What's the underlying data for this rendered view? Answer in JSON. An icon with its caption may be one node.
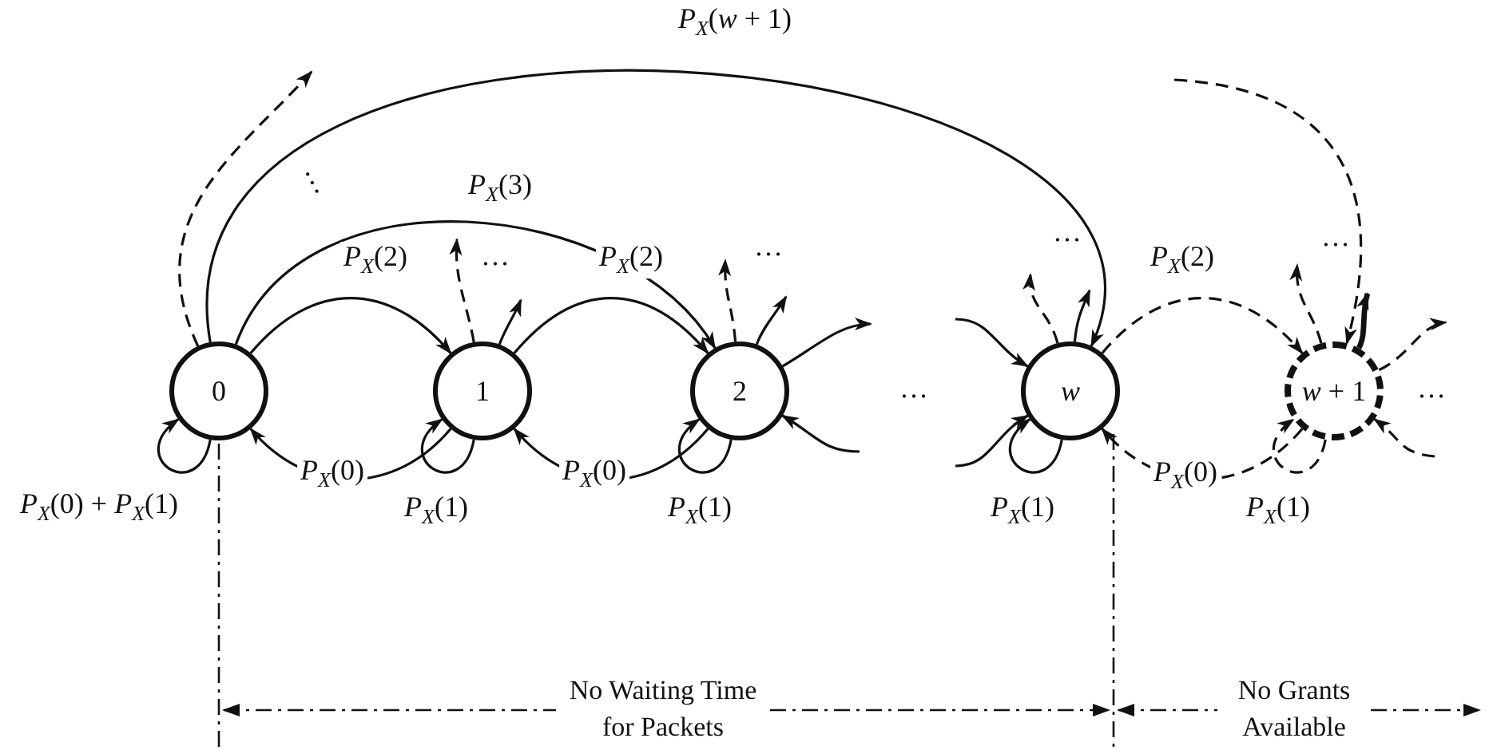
{
  "diagram": {
    "nodes": [
      {
        "text": [
          "0"
        ]
      },
      {
        "text": [
          "1"
        ]
      },
      {
        "text": [
          "2"
        ]
      },
      {
        "text": [
          "w"
        ]
      },
      {
        "text": [
          "*w* + 1"
        ]
      }
    ],
    "edges": [
      {
        "from": 0,
        "to": 1,
        "arrow": "to",
        "label": "*P*$_{X}$(2)"
      },
      {
        "from": 1,
        "to": 0,
        "arrow": "to",
        "label": "*P*$_{X}$(0)"
      },
      {
        "from": 1,
        "to": 2,
        "arrow": "to",
        "label": "*P*$_{X}$(2)"
      },
      {
        "from": 2,
        "to": 1,
        "arrow": "to",
        "label": "*P*$_{X}$(0)"
      },
      {
        "from": 0,
        "to": 2,
        "arrow": "to",
        "label": "*P*$_{X}$(3)"
      },
      {
        "from": 0,
        "to": 3,
        "arrow": "to",
        "label": "*P*$_{X}$(*w* + 1)"
      },
      {
        "from": 0,
        "to": null,
        "arrow": "to",
        "style": "dashed"
      },
      {
        "from": 0,
        "to": 0,
        "arrow": "to",
        "label": "*P*$_{X}$(0) + *P*$_{X}$(1)"
      },
      {
        "from": 1,
        "to": 1,
        "arrow": "to",
        "label": "*P*$_{X}$(1)"
      },
      {
        "from": 1,
        "to": null,
        "arrow": "to",
        "style": "dashed"
      },
      {
        "from": 1,
        "to": null,
        "arrow": "to"
      },
      {
        "from": 2,
        "to": 2,
        "arrow": "to",
        "label": "*P*$_{X}$(1)"
      },
      {
        "from": 2,
        "to": null,
        "arrow": "to",
        "style": "dashed"
      },
      {
        "from": 2,
        "to": null,
        "arrow": "to"
      },
      {
        "from": 2,
        "to": null,
        "arrow": "to"
      },
      {
        "from": null,
        "to": 2,
        "arrow": "to"
      },
      {
        "from": null,
        "to": 3,
        "arrow": "to"
      },
      {
        "from": null,
        "to": 3,
        "arrow": "to"
      },
      {
        "from": 3,
        "to": 3,
        "arrow": "to",
        "label": "*P*$_{X}$(1)"
      },
      {
        "from": 3,
        "to": null,
        "arrow": "to",
        "style": "dashed"
      },
      {
        "from": 3,
        "to": null,
        "arrow": "to"
      },
      {
        "from": 3,
        "to": 4,
        "arrow": "to",
        "style": "dashed",
        "label": "*P*$_{X}$(2)"
      },
      {
        "from": 4,
        "to": 3,
        "arrow": "to",
        "style": "dashed",
        "label": "*P*$_{X}$(0)"
      },
      {
        "from": 4,
        "to": 4,
        "arrow": "to",
        "style": "dashed",
        "label": "*P*$_{X}$(1)"
      },
      {
        "from": null,
        "to": 4,
        "arrow": "to",
        "style": "dashed"
      },
      {
        "from": 4,
        "to": null,
        "arrow": "to",
        "style": "dashed"
      },
      {
        "from": 4,
        "to": null,
        "arrow": "to",
        "style": "thick"
      },
      {
        "from": 4,
        "to": null,
        "arrow": "to",
        "style": "dashed"
      },
      {
        "from": null,
        "to": 4,
        "arrow": "to",
        "style": "dashed"
      }
    ],
    "labels": [
      "…",
      "…",
      "…",
      "…",
      "…",
      "…",
      "…",
      "No Waiting Time for Packets",
      "No Grants Available"
    ]
  }
}
